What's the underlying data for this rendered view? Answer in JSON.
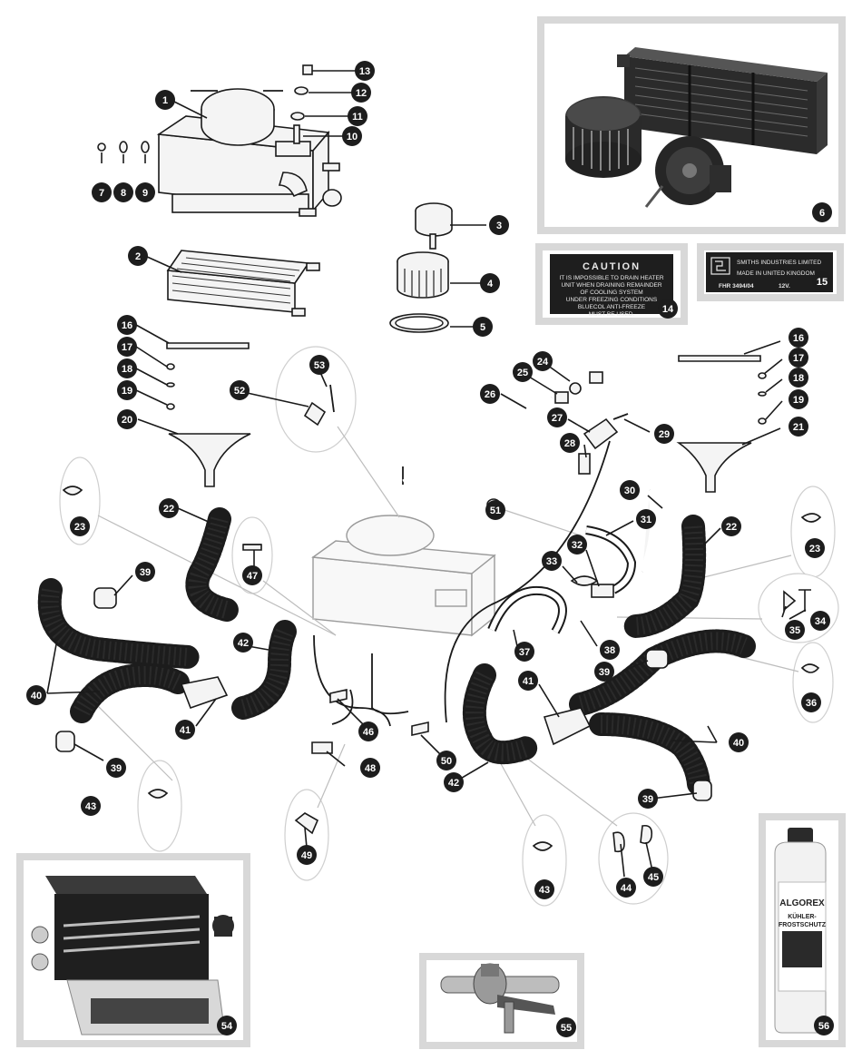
{
  "callouts": [
    "1",
    "2",
    "3",
    "4",
    "5",
    "6",
    "7",
    "8",
    "9",
    "10",
    "11",
    "12",
    "13",
    "14",
    "15",
    "16",
    "16",
    "17",
    "17",
    "18",
    "18",
    "19",
    "19",
    "20",
    "21",
    "22",
    "22",
    "23",
    "23",
    "24",
    "25",
    "26",
    "27",
    "28",
    "29",
    "30",
    "31",
    "32",
    "33",
    "34",
    "35",
    "36",
    "37",
    "38",
    "39",
    "39",
    "39",
    "39",
    "40",
    "40",
    "41",
    "41",
    "42",
    "42",
    "43",
    "43",
    "44",
    "45",
    "46",
    "47",
    "48",
    "49",
    "50",
    "51",
    "52",
    "53",
    "54",
    "55",
    "56"
  ],
  "caution_plate": {
    "title": "CAUTION",
    "lines": [
      "IT IS IMPOSSIBLE TO DRAIN HEATER",
      "UNIT WHEN DRAINING REMAINDER",
      "OF COOLING SYSTEM",
      "UNDER FREEZING CONDITIONS",
      "BLUECOL ANTI-FREEZE",
      "MUST BE USED."
    ]
  },
  "maker_plate": {
    "company": "SMITHS INDUSTRIES LIMITED",
    "origin": "MADE IN UNITED KINGDOM",
    "model": "FHR 3494/04",
    "voltage": "12V."
  },
  "antifreeze": {
    "brand": "ALGOREX",
    "product_line1": "KÜHLER-",
    "product_line2": "FROSTSCHUTZ"
  },
  "colors": {
    "badge": "#1d1d1d",
    "frame": "#d8d8d8",
    "line": "#1a1a1a"
  }
}
